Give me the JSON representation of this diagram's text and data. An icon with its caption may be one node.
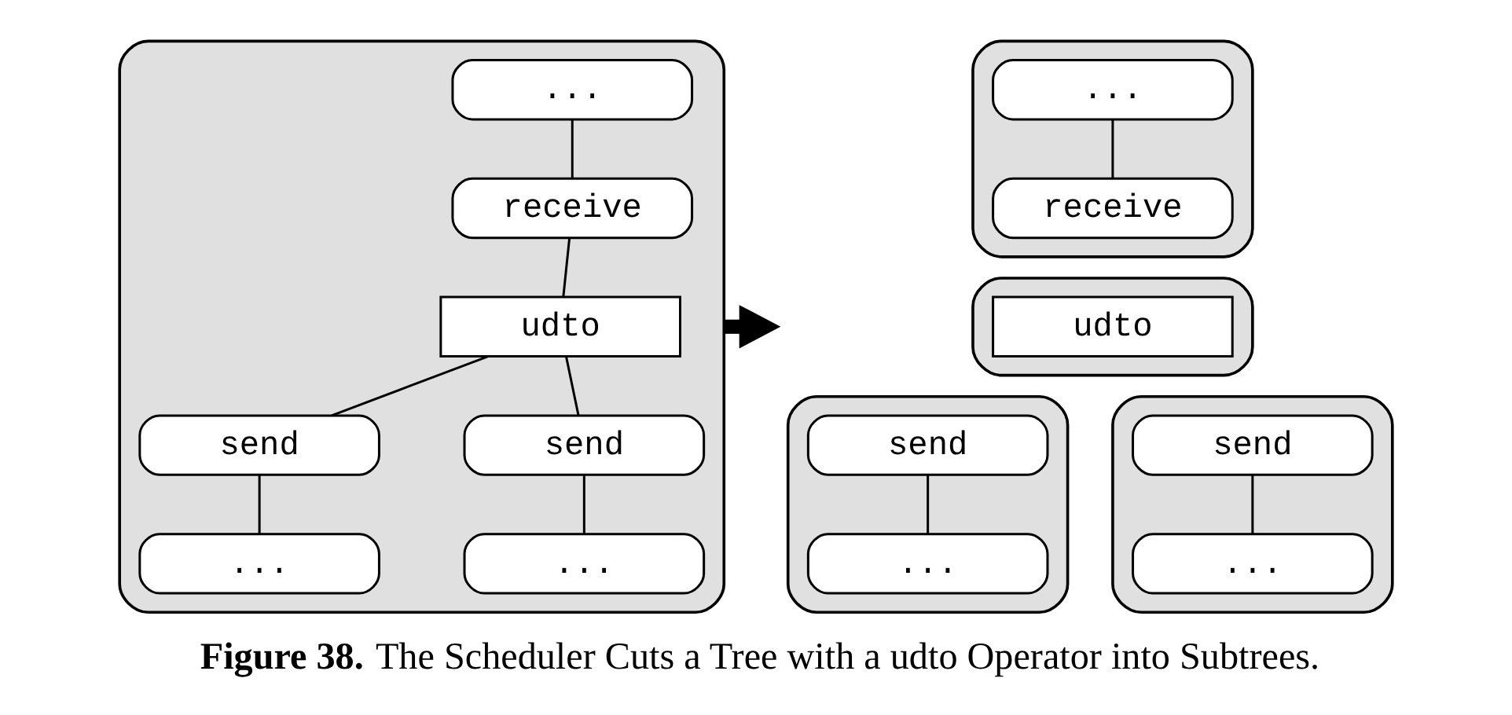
{
  "diagram": {
    "caption": "**Figure 38.** The Scheduler Cuts a Tree with a udto Operator into Subtrees.",
    "nodes": [
      {
        "text": [],
        "shape": "box"
      },
      {
        "text": [
          "..."
        ],
        "in": 0
      },
      {
        "text": [
          "receive"
        ],
        "in": 0
      },
      {
        "text": [
          "udto"
        ],
        "in": 0
      },
      {
        "text": [
          "send"
        ],
        "in": 0
      },
      {
        "text": [
          "send"
        ],
        "in": 0
      },
      {
        "text": [
          "..."
        ],
        "in": 0
      },
      {
        "text": [
          "..."
        ],
        "in": 0
      },
      {
        "text": [],
        "shape": "box"
      },
      {
        "text": [
          "..."
        ],
        "in": 8
      },
      {
        "text": [
          "receive"
        ],
        "in": 8
      },
      {
        "text": [],
        "shape": "box"
      },
      {
        "text": [
          "udto"
        ],
        "in": 11
      },
      {
        "text": [],
        "shape": "box"
      },
      {
        "text": [
          "send"
        ],
        "in": 13
      },
      {
        "text": [
          "..."
        ],
        "in": 13
      },
      {
        "text": [],
        "shape": "box"
      },
      {
        "text": [
          "send"
        ],
        "in": 16
      },
      {
        "text": [
          "..."
        ],
        "in": 16
      }
    ],
    "edges": [
      {
        "from": 1,
        "to": 2,
        "arrow": "none"
      },
      {
        "from": 2,
        "to": 3,
        "arrow": "none"
      },
      {
        "from": 3,
        "to": 4,
        "arrow": "none"
      },
      {
        "from": 3,
        "to": 5,
        "arrow": "none"
      },
      {
        "from": 4,
        "to": 6,
        "arrow": "none"
      },
      {
        "from": 5,
        "to": 7,
        "arrow": "none"
      },
      {
        "from": 0,
        "to": null,
        "arrow": "to",
        "style": "thick"
      },
      {
        "from": 9,
        "to": 10,
        "arrow": "none"
      },
      {
        "from": 14,
        "to": 15,
        "arrow": "none"
      },
      {
        "from": 17,
        "to": 18,
        "arrow": "none"
      }
    ]
  }
}
